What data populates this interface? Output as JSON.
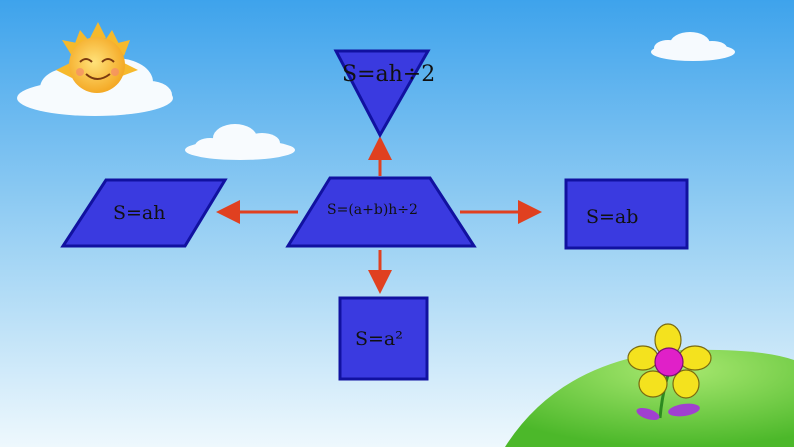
{
  "formulas": {
    "triangle": "S=ah÷2",
    "trapezoid": "S=(a+b)h÷2",
    "parallelogram": "S=ah",
    "rectangle": "S=ab",
    "square": "S=a²"
  },
  "colors": {
    "shape_fill": "#3a3ae0",
    "shape_stroke": "#1111a0",
    "arrow": "#e04020",
    "sky_top": "#3ea3ec",
    "sky_bottom": "#e9f5fc",
    "grass": "#6ccf3a",
    "sun": "#f8c238",
    "flower_petal": "#f4e21e",
    "flower_center": "#e020c8",
    "flower_leaf": "#a040d0"
  },
  "icons": {
    "sun": "smiling-sun-icon",
    "flower": "flower-icon",
    "cloud": "cloud-icon"
  }
}
